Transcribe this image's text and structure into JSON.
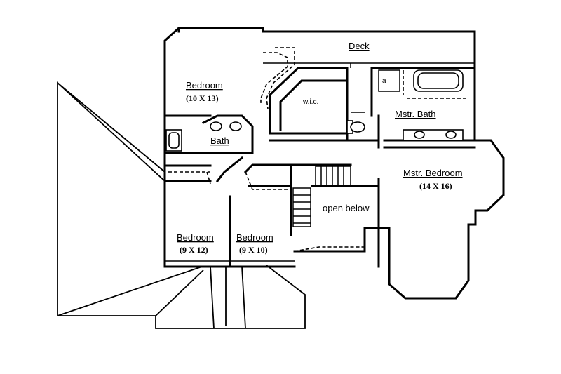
{
  "rooms": {
    "deck": {
      "name": "Deck"
    },
    "bedroom_top": {
      "name": "Bedroom",
      "size": "(10 X 13)"
    },
    "wic": {
      "name": "w.i.c."
    },
    "mstr_bath": {
      "name": "Mstr. Bath"
    },
    "bath": {
      "name": "Bath"
    },
    "mstr_bedroom": {
      "name": "Mstr. Bedroom",
      "size": "(14 X 16)"
    },
    "open_below": {
      "name": "open below"
    },
    "bedroom_left": {
      "name": "Bedroom",
      "size": "(9 X 12)"
    },
    "bedroom_right": {
      "name": "Bedroom",
      "size": "(9 X 10)"
    }
  }
}
